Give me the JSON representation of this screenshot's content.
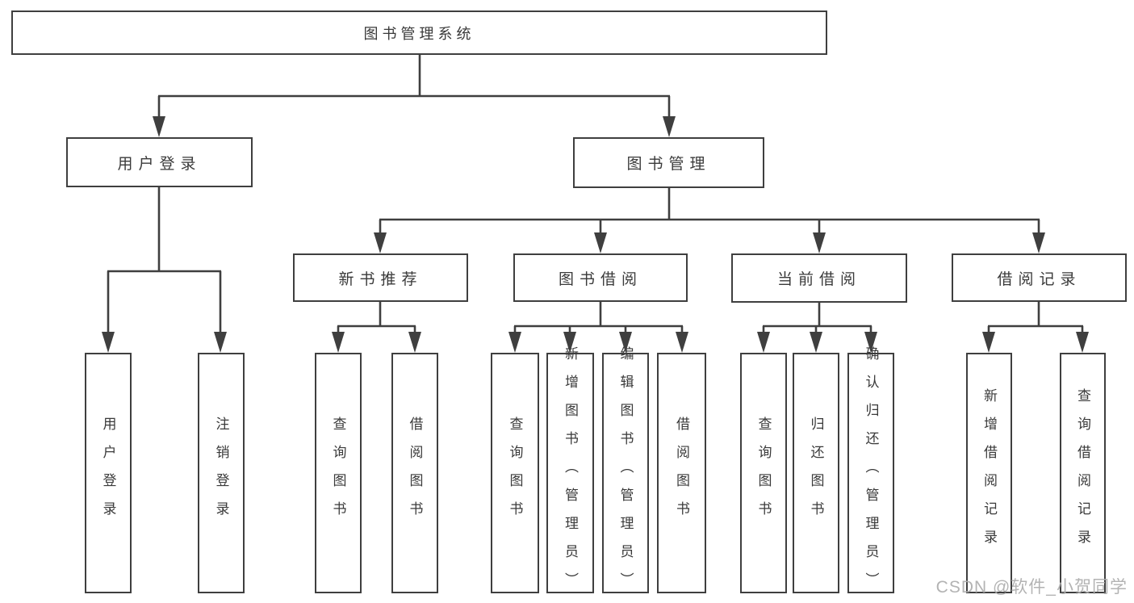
{
  "tree": {
    "label": "图书管理系统",
    "children": [
      {
        "label": "用户登录",
        "children": [
          {
            "label": "用户登录"
          },
          {
            "label": "注销登录"
          }
        ]
      },
      {
        "label": "图书管理",
        "children": [
          {
            "label": "新书推荐",
            "children": [
              {
                "label": "查询图书"
              },
              {
                "label": "借阅图书"
              }
            ]
          },
          {
            "label": "图书借阅",
            "children": [
              {
                "label": "查询图书"
              },
              {
                "label": "新增图书（管理员）"
              },
              {
                "label": "编辑图书（管理员）"
              },
              {
                "label": "借阅图书"
              }
            ]
          },
          {
            "label": "当前借阅",
            "children": [
              {
                "label": "查询图书"
              },
              {
                "label": "归还图书"
              },
              {
                "label": "确认归还（管理员）"
              }
            ]
          },
          {
            "label": "借阅记录",
            "children": [
              {
                "label": "新增借阅记录"
              },
              {
                "label": "查询借阅记录"
              }
            ]
          }
        ]
      }
    ]
  },
  "watermark": "CSDN @软件_小贺同学",
  "colors": {
    "line": "#3f3f3f",
    "text": "#3a3a3a",
    "background": "#ffffff",
    "watermark": "#afafaf"
  }
}
